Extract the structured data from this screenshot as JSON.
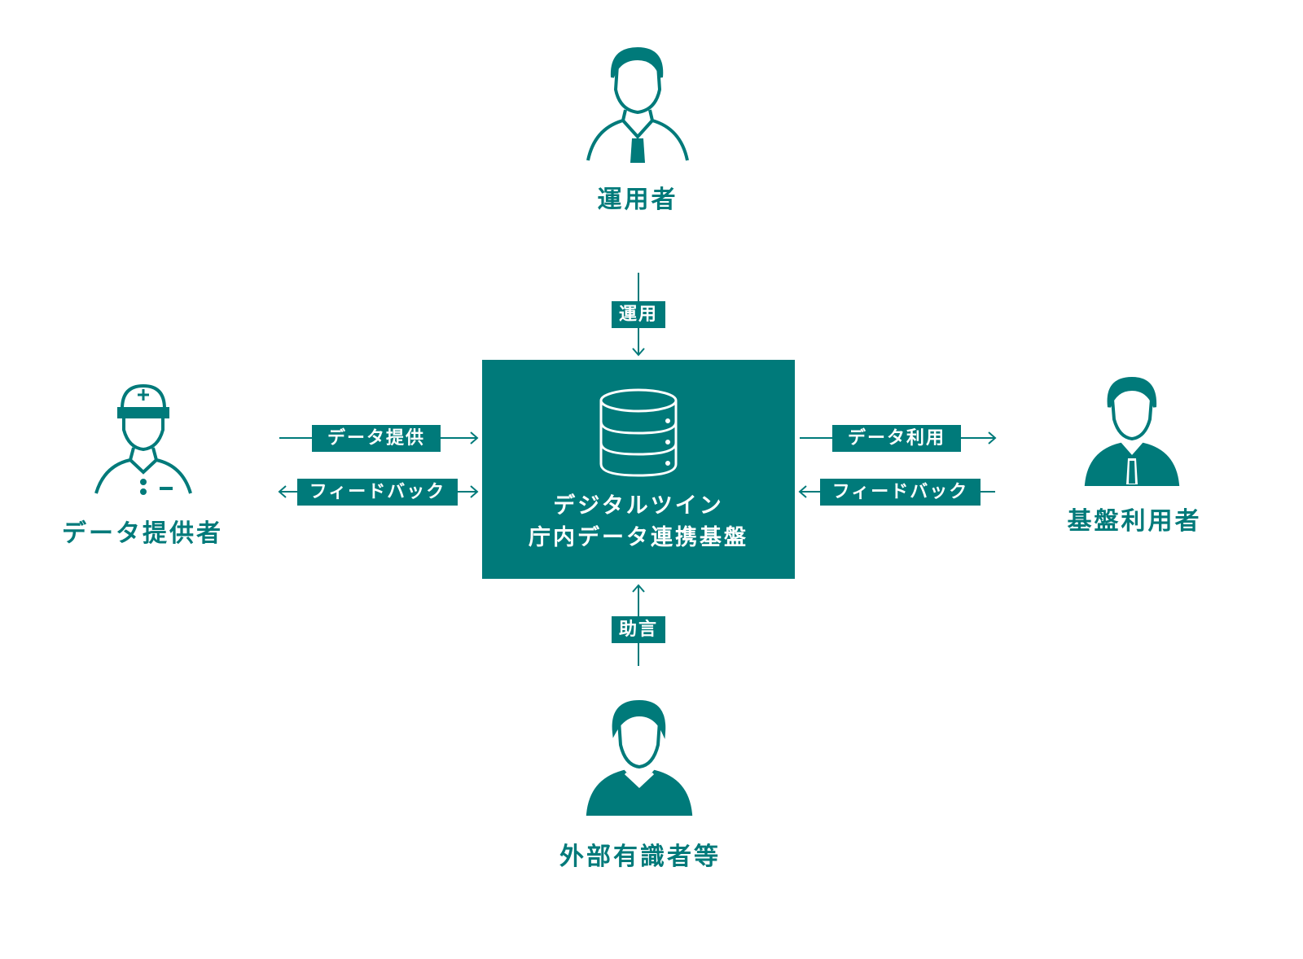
{
  "center": {
    "line1": "デジタルツイン",
    "line2": "庁内データ連携基盤",
    "icon": "database-icon"
  },
  "actors": {
    "operator": "運用者",
    "data_provider": "データ提供者",
    "platform_user": "基盤利用者",
    "external_expert": "外部有識者等"
  },
  "flows": {
    "operation": "運用",
    "data_provision": "データ提供",
    "feedback_left": "フィードバック",
    "data_use": "データ利用",
    "feedback_right": "フィードバック",
    "advice": "助言"
  },
  "colors": {
    "accent": "#007a7a"
  }
}
